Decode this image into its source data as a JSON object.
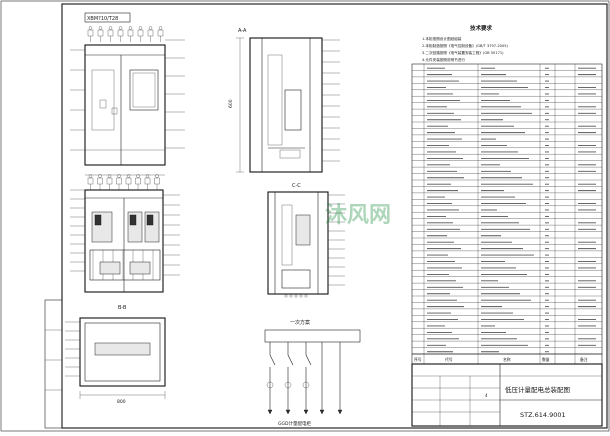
{
  "drawing": {
    "ref_label": "XBM?10/T28",
    "view_aa": "A-A",
    "view_cc": "C-C",
    "view_bb": "B-B",
    "dim_width": "800",
    "dim_height": "600",
    "tech_req_title": "技术要求",
    "tech_req": [
      "1.本柜按照设计图纸组装",
      "2.本柜制造按照《电气控制设备》(GB/T 3797-2005)",
      "3.二次回路按照《电气装置安装工程》(GB 50171)",
      "4.元件安装按照说明书进行"
    ],
    "circuit_title": "一次方案",
    "circuit_caption": "GGD计量配电柜",
    "watermark": "沐风网",
    "title_block": {
      "drawing_name": "低压计量配电总装配图",
      "drawing_no": "STZ.614.9001",
      "sheet": "4"
    },
    "bom_header": [
      "序号",
      "代号",
      "名称",
      "数量",
      "备注"
    ],
    "parts_count": 45
  }
}
